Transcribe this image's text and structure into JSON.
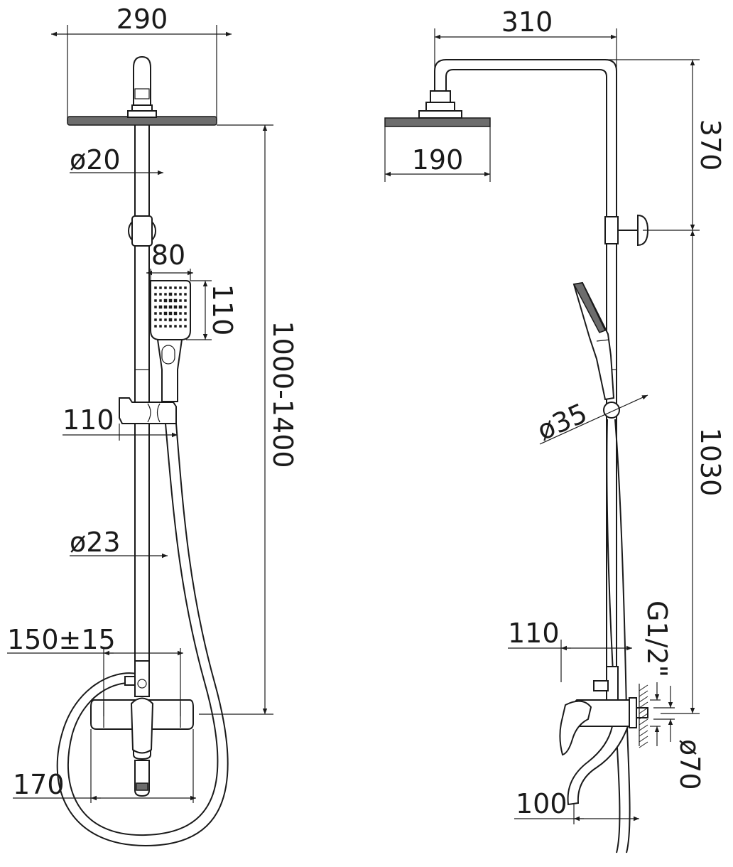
{
  "front_view": {
    "labels": {
      "head_width": "290",
      "pipe_diameter": "ø20",
      "hand_shower_width": "80",
      "hand_shower_height": "110",
      "height_range": "1000-1400",
      "holder_offset": "110",
      "rod_diameter": "ø23",
      "center_distance": "150±15",
      "mixer_width": "170"
    }
  },
  "side_view": {
    "labels": {
      "arm_reach": "310",
      "head_depth": "190",
      "arm_height": "370",
      "diameter_35": "ø35",
      "total_height": "1030",
      "thread": "G1/2\"",
      "wall_offset": "110",
      "flange_diameter": "ø70",
      "spout_length": "100"
    }
  }
}
